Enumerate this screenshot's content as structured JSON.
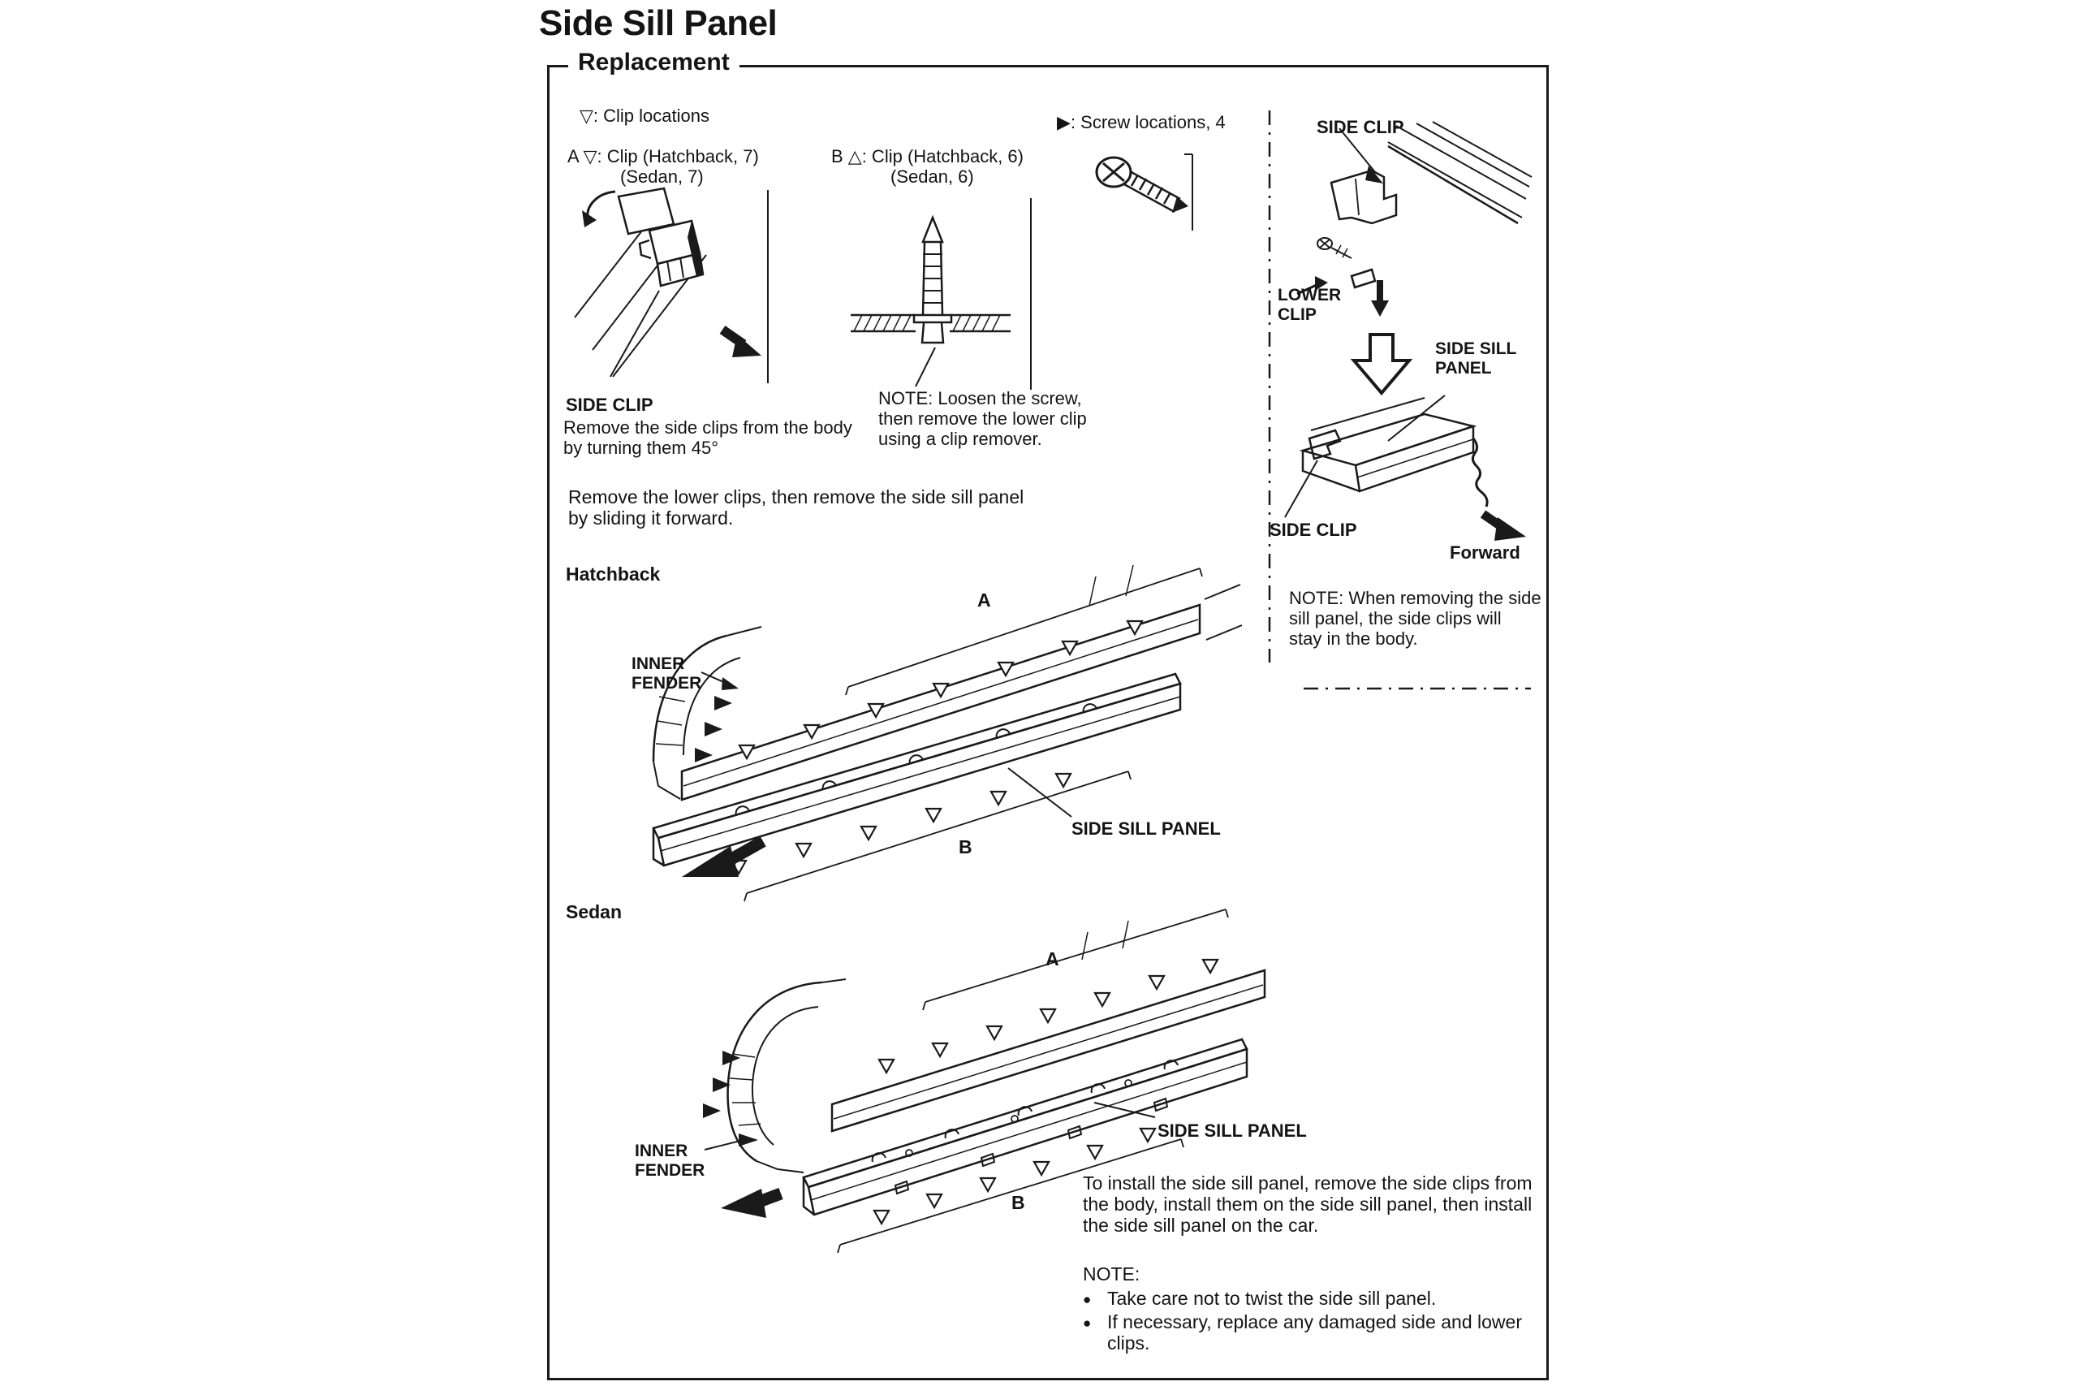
{
  "page": {
    "title": "Side Sill Panel",
    "section": "Replacement"
  },
  "legend": {
    "clip_locations": "▽: Clip locations",
    "clip_a": [
      "A ▽: Clip (Hatchback, 7)",
      "(Sedan, 7)"
    ],
    "clip_b": [
      "B △: Clip (Hatchback, 6)",
      "(Sedan, 6)"
    ],
    "screw_locations": "▶: Screw locations, 4"
  },
  "side_clip_callout": {
    "label": "SIDE CLIP",
    "lines": [
      "Remove the side clips from the body",
      "by turning them 45°"
    ]
  },
  "lower_clip_note": {
    "lines": [
      "NOTE: Loosen the screw,",
      "then remove the lower clip",
      "using a clip remover."
    ]
  },
  "removal_instruction": {
    "lines": [
      "Remove the lower clips, then remove the side sill panel",
      "by sliding it forward."
    ]
  },
  "hatchback": {
    "heading": "Hatchback",
    "inner_fender": [
      "INNER",
      "FENDER"
    ],
    "marker_a": "A",
    "marker_b": "B",
    "panel_label": "SIDE SILL PANEL"
  },
  "sedan": {
    "heading": "Sedan",
    "inner_fender": [
      "INNER",
      "FENDER"
    ],
    "marker_a": "A",
    "marker_b": "B",
    "panel_label": "SIDE SILL PANEL"
  },
  "detail_panel": {
    "side_clip_top": "SIDE CLIP",
    "lower_clip": [
      "LOWER",
      "CLIP"
    ],
    "side_sill_panel": [
      "SIDE SILL",
      "PANEL"
    ],
    "side_clip_bottom": "SIDE CLIP",
    "forward": "Forward",
    "note": [
      "NOTE: When removing the side",
      "sill panel, the side clips will",
      "stay in the body."
    ]
  },
  "install": {
    "lines": [
      "To install the side sill panel, remove the side clips from",
      "the body, install them on the side sill panel, then install",
      "the side sill panel on the car."
    ],
    "note_heading": "NOTE:",
    "bullets": [
      "Take care not to twist the side sill panel.",
      "If necessary, replace any damaged side and lower clips."
    ]
  }
}
